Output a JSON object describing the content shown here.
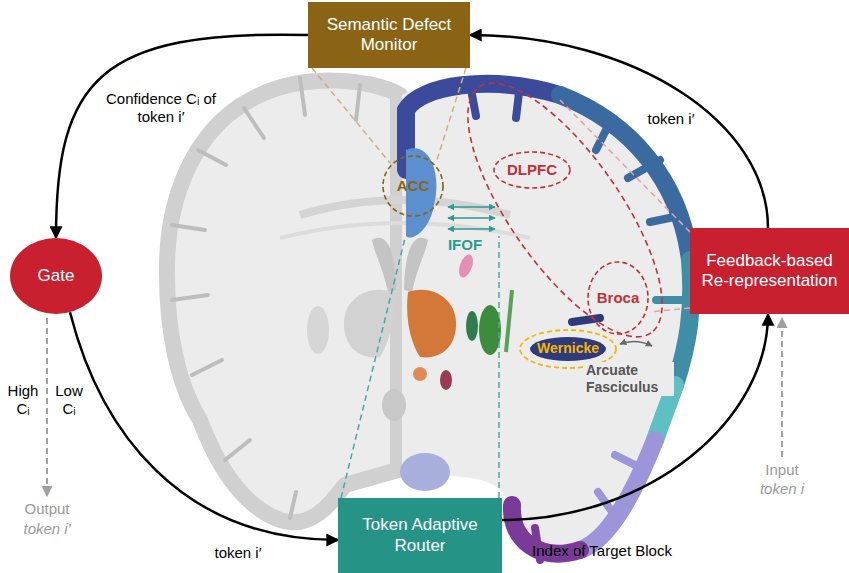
{
  "diagram": {
    "nodes": [
      {
        "text": [
          "Semantic Defect Monitor"
        ]
      },
      {
        "text": [
          "Gate"
        ]
      },
      {
        "text": [
          "Token Adaptive Router"
        ]
      },
      {
        "text": [
          "Feedback-based Re-representation"
        ]
      }
    ],
    "edges": [
      {
        "from": 0,
        "to": 1,
        "label": "Confidence Cᵢ of token i′",
        "arrow": "to"
      },
      {
        "from": 1,
        "to": 2,
        "label": "token i′",
        "arrow": "to"
      },
      {
        "from": 2,
        "to": 3,
        "label": "Index of Target Block",
        "arrow": "to"
      },
      {
        "from": 3,
        "to": 0,
        "label": "token i′",
        "arrow": "to"
      }
    ],
    "labels": [
      "High Cᵢ",
      "Low Cᵢ",
      "Output",
      "token i′",
      "Input",
      "token i",
      "ACC",
      "IFOF",
      "DLPFC",
      "Broca",
      "Wernicke",
      "Arcuate Fasciculus"
    ]
  }
}
